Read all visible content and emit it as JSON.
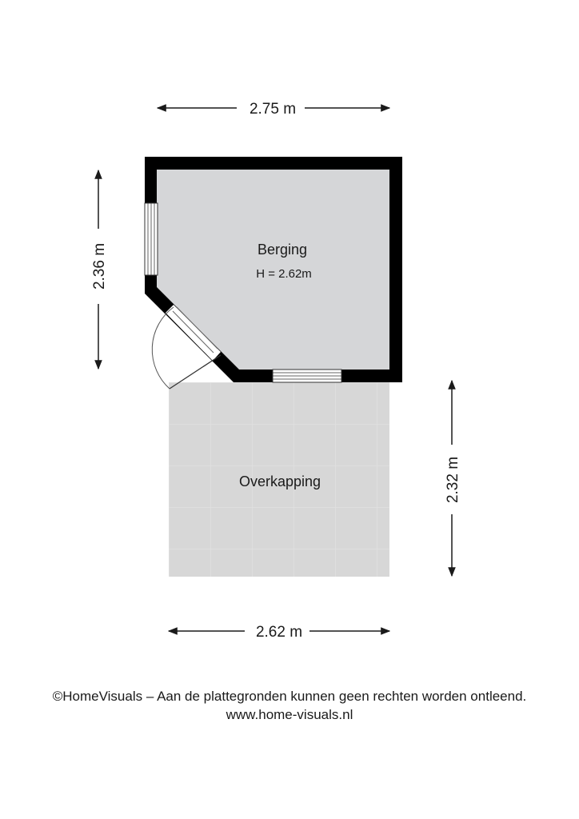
{
  "dimensions": {
    "berging_width": "2.75 m",
    "berging_depth": "2.36 m",
    "overkapping_width": "2.62 m",
    "overkapping_depth": "2.32 m"
  },
  "rooms": {
    "berging": {
      "name": "Berging",
      "height": "H = 2.62m"
    },
    "overkapping": {
      "name": "Overkapping"
    }
  },
  "footer": {
    "copyright": "©HomeVisuals – Aan de plattegronden kunnen geen rechten worden ontleend.",
    "url": "www.home-visuals.nl"
  },
  "colors": {
    "wall": "#000000",
    "room_fill": "#d5d6d8",
    "covered_area_fill": "#d7d7d7",
    "tile_line": "#e4e4e4"
  }
}
